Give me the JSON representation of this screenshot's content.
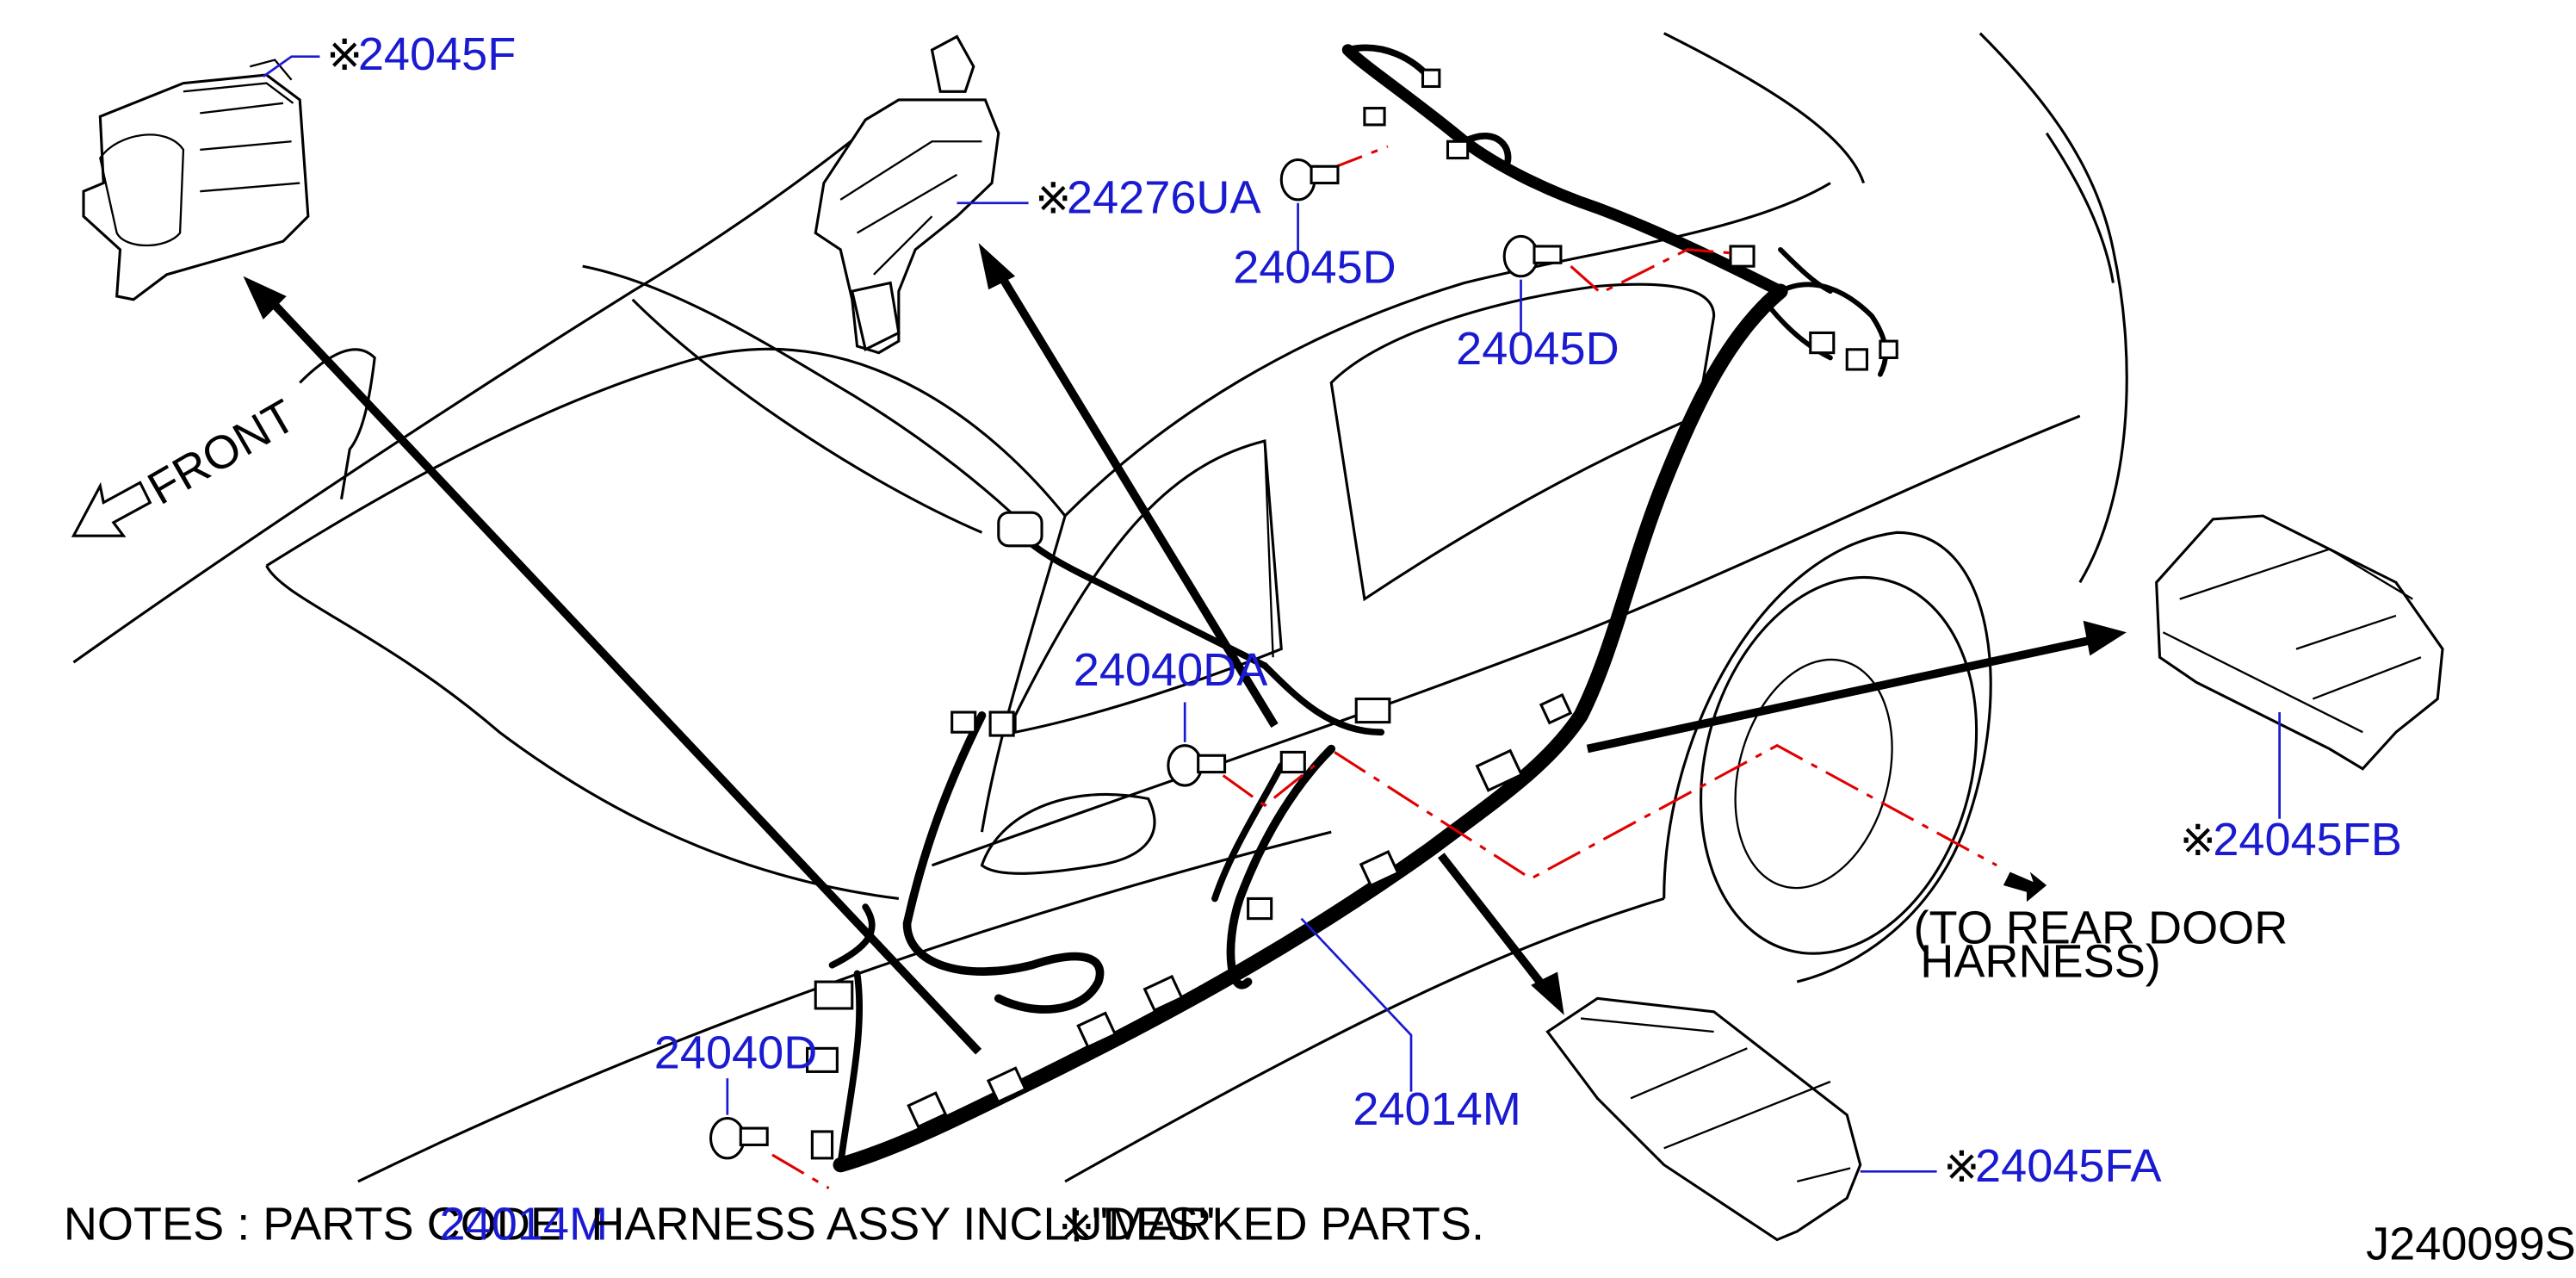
{
  "part_labels": {
    "clip_24045F": "24045F",
    "bracket_24276UA": "24276UA",
    "bolt_24045D_top": "24045D",
    "bolt_24045D_mid": "24045D",
    "bolt_24040DA": "24040DA",
    "bolt_24040D": "24040D",
    "harness_24014M": "24014M",
    "clip_24045FB": "24045FB",
    "clip_24045FA": "24045FA"
  },
  "marker_symbol": "※",
  "front_label": "FRONT",
  "rear_door_note": {
    "line1": "(TO  REAR  DOOR",
    "line2": "HARNESS)"
  },
  "notes": {
    "prefix": "NOTES  :  PARTS  CODE",
    "code": "24014M",
    "middle": "HARNESS  ASSY  INCLUDES\"",
    "suffix": "\"MARKED  PARTS."
  },
  "diagram_id": "J240099S",
  "colors": {
    "callout": "#1a1ad0",
    "line": "#000000",
    "dash_leader": "#e00000"
  }
}
